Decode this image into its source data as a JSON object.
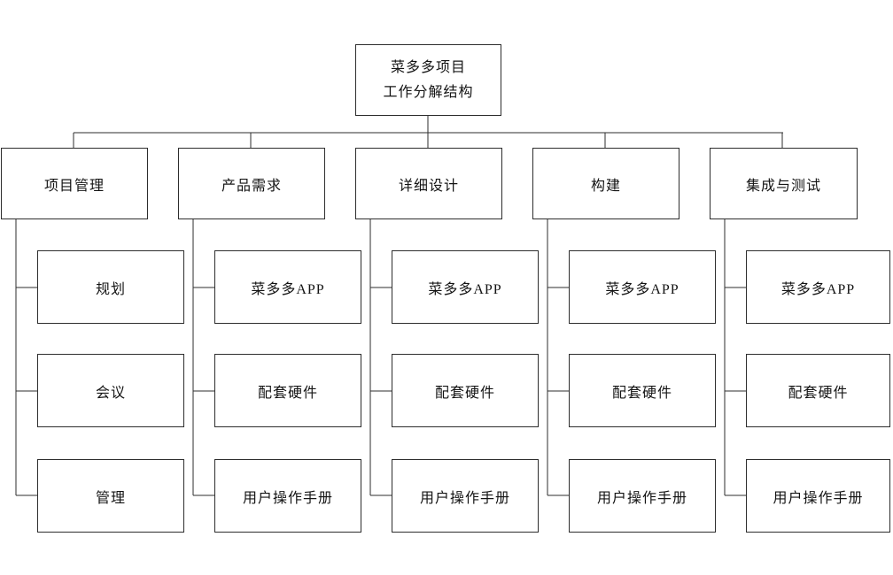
{
  "diagram": {
    "title": "菜多多项目工作分解结构",
    "root": {
      "line1": "菜多多项目",
      "line2": "工作分解结构"
    },
    "columns": [
      {
        "label": "项目管理",
        "children": [
          "规划",
          "会议",
          "管理"
        ]
      },
      {
        "label": "产品需求",
        "children": [
          "菜多多APP",
          "配套硬件",
          "用户操作手册"
        ]
      },
      {
        "label": "详细设计",
        "children": [
          "菜多多APP",
          "配套硬件",
          "用户操作手册"
        ]
      },
      {
        "label": "构建",
        "children": [
          "菜多多APP",
          "配套硬件",
          "用户操作手册"
        ]
      },
      {
        "label": "集成与测试",
        "children": [
          "菜多多APP",
          "配套硬件",
          "用户操作手册"
        ]
      }
    ],
    "colors": {
      "background": "#ffffff",
      "box_fill": "#ffffff",
      "box_border": "#2d2d2d",
      "line": "#2d2d2d",
      "text": "#141414"
    }
  }
}
